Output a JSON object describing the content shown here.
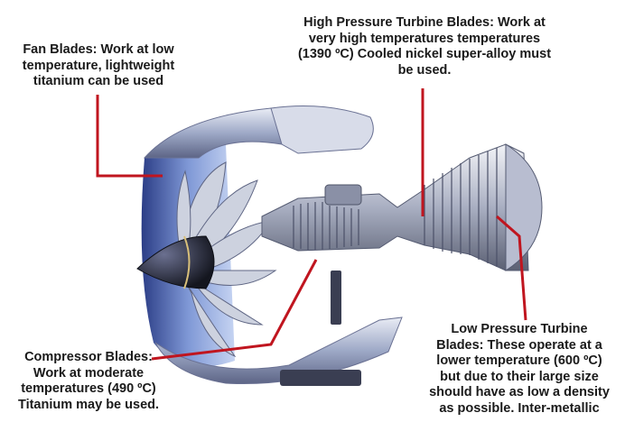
{
  "labels": {
    "fan": "Fan Blades: Work at low\ntemperature, lightweight\ntitanium can be used",
    "hpt": "High Pressure Turbine Blades: Work at\nvery high temperatures temperatures\n(1390 ºC) Cooled nickel super-alloy must\nbe used.",
    "compressor": "Compressor Blades:\nWork at moderate\ntemperatures (490 ºC)\nTitanium may be used.",
    "lpt": "Low Pressure Turbine\nBlades: These operate at a\nlower temperature (600 ºC)\nbut due to their large size\nshould have as low a density\nas possible. Inter-metallic"
  },
  "colors": {
    "leader_line": "#c0151f",
    "casing": "#9aa6c8",
    "blade": "#c9cedc",
    "nose_cone": "#1c1f2a"
  }
}
